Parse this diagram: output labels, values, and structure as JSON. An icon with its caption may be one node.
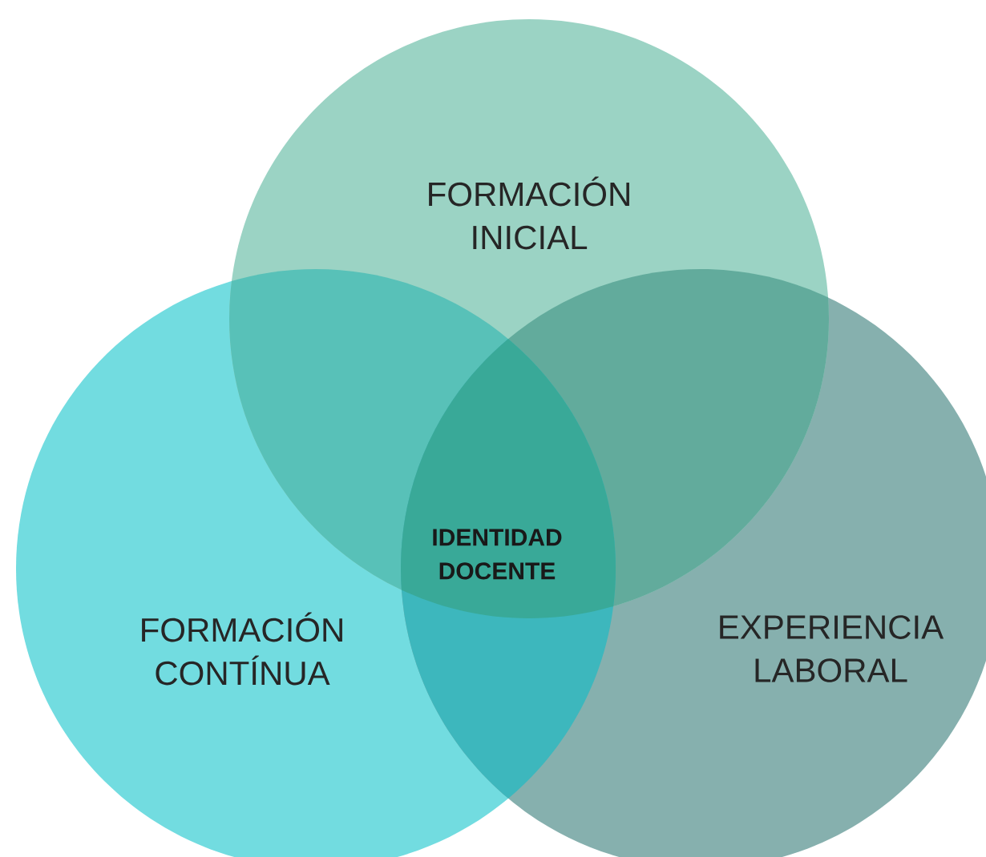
{
  "diagram": {
    "nodes": [
      {
        "text": [
          "FORMACIÓN INICIAL"
        ]
      },
      {
        "text": [
          "FORMACIÓN CONTÍNUA"
        ]
      },
      {
        "text": [
          "EXPERIENCIA LABORAL"
        ]
      }
    ],
    "labels": [
      "IDENTIDAD DOCENTE"
    ]
  }
}
